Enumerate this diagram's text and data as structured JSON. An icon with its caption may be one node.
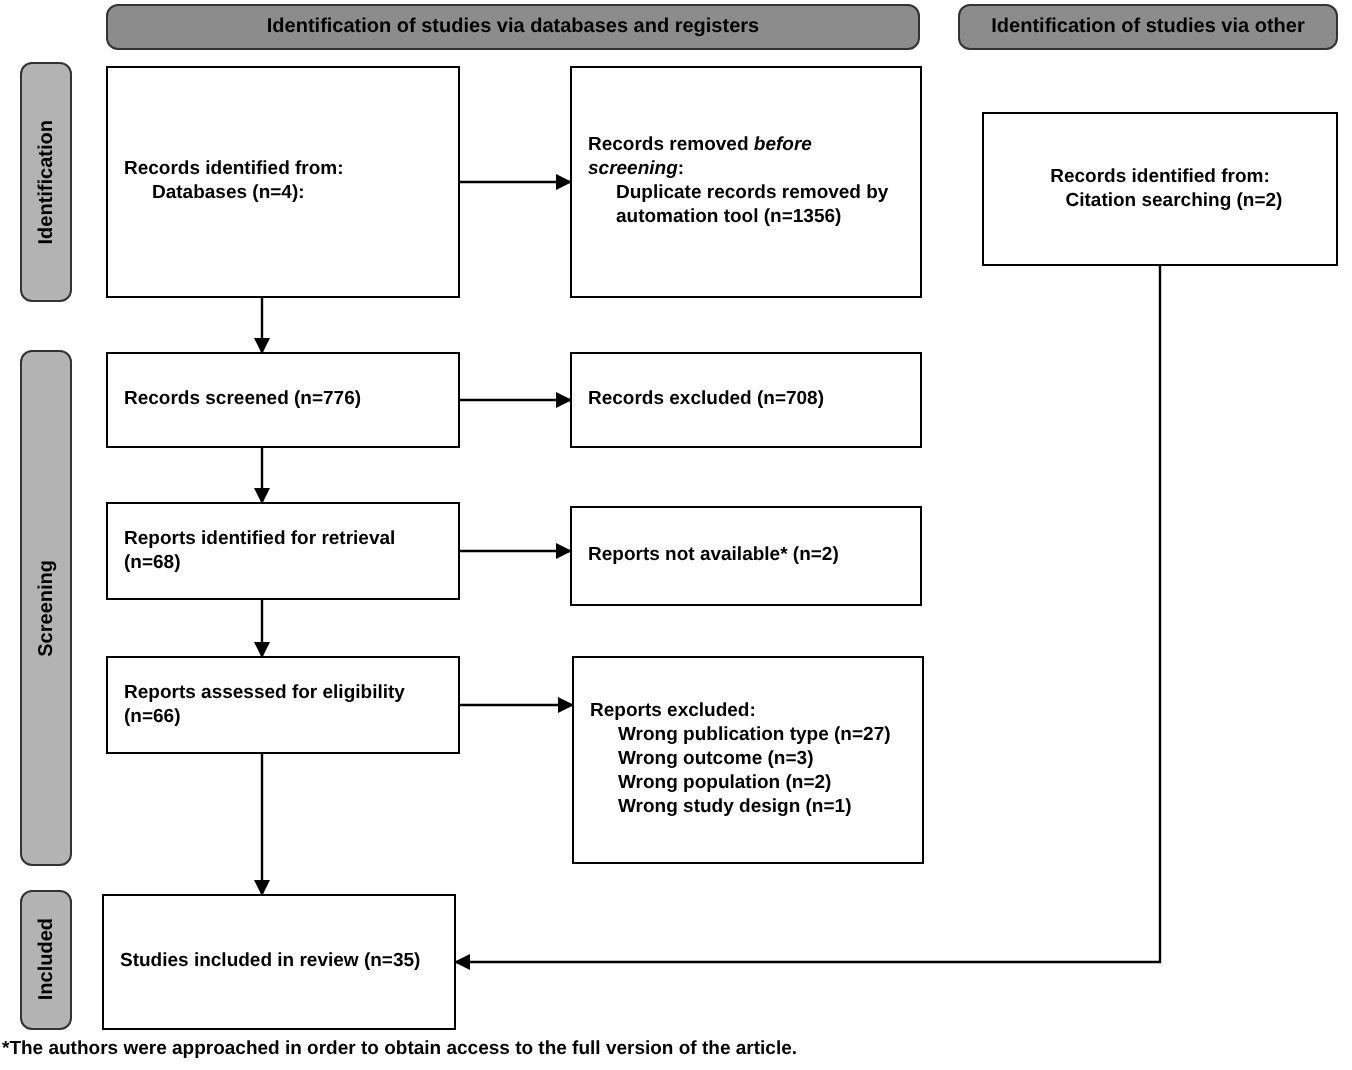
{
  "diagram": {
    "nodes": [
      {
        "text": [
          "Identification of studies via databases and registers"
        ]
      },
      {
        "text": [
          "Identification of studies via other"
        ]
      },
      {
        "text": [
          "Identification"
        ]
      },
      {
        "text": [
          "Screening"
        ]
      },
      {
        "text": [
          "Included"
        ]
      },
      {
        "text": [
          "Records identified from:",
          "Databases (n=4):"
        ]
      },
      {
        "text": [
          "Records removed *before screening*:",
          "Duplicate records removed by automation tool (n=1356)"
        ]
      },
      {
        "text": [
          "Records identified from:",
          "Citation searching (n=2)"
        ]
      },
      {
        "text": [
          "Records screened (n=776)"
        ]
      },
      {
        "text": [
          "Records excluded (n=708)"
        ]
      },
      {
        "text": [
          "Reports identified for retrieval (n=68)"
        ]
      },
      {
        "text": [
          "Reports not available* (n=2)"
        ]
      },
      {
        "text": [
          "Reports assessed for eligibility (n=66)"
        ]
      },
      {
        "text": [
          "Reports excluded:",
          "Wrong publication type (n=27)",
          "Wrong outcome (n=3)",
          "Wrong population (n=2)",
          "Wrong study design (n=1)"
        ]
      },
      {
        "text": [
          "Studies included in review (n=35)"
        ]
      }
    ],
    "edges": [
      {
        "from": 5,
        "to": 6,
        "arrow": "to"
      },
      {
        "from": 5,
        "to": 8,
        "arrow": "to"
      },
      {
        "from": 8,
        "to": 9,
        "arrow": "to"
      },
      {
        "from": 8,
        "to": 10,
        "arrow": "to"
      },
      {
        "from": 10,
        "to": 11,
        "arrow": "to"
      },
      {
        "from": 10,
        "to": 12,
        "arrow": "to"
      },
      {
        "from": 12,
        "to": 13,
        "arrow": "to"
      },
      {
        "from": 12,
        "to": 14,
        "arrow": "to"
      },
      {
        "from": 7,
        "to": 14,
        "arrow": "to"
      }
    ],
    "labels": [
      "*The authors were approached in order to obtain access to the full version of the article."
    ]
  }
}
